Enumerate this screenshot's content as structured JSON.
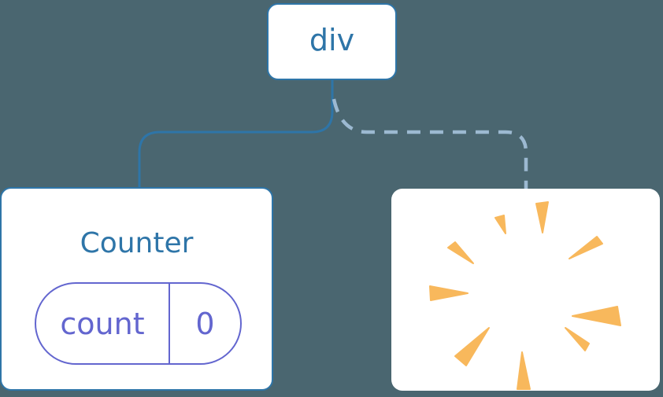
{
  "diagram": {
    "root_node": {
      "label": "div"
    },
    "counter_node": {
      "title": "Counter",
      "state": {
        "key": "count",
        "value": "0"
      }
    },
    "removed_node": {
      "icon": "poof-burst-icon"
    },
    "edges": {
      "solid_edge": "div-to-counter",
      "dashed_edge": "div-to-removed-slot"
    }
  },
  "colors": {
    "background": "#4A6670",
    "card_fill": "#FFFFFF",
    "accent_blue": "#2E75A8",
    "dashed_blue": "#9CB9D1",
    "state_purple": "#6366CF",
    "poof_amber": "#F8B85C"
  }
}
